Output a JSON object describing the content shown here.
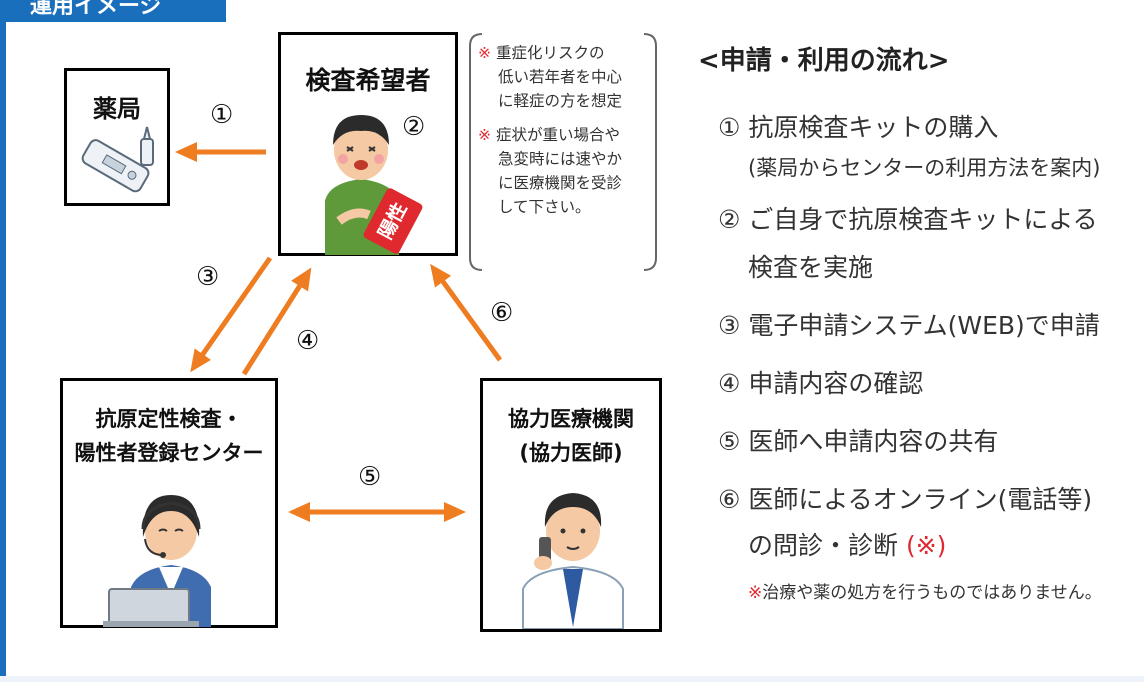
{
  "header": {
    "tab_label": "運用イメージ"
  },
  "nodes": {
    "pharmacy": {
      "title": "薬局"
    },
    "applicant": {
      "title": "検査希望者",
      "badge": "陽性"
    },
    "center": {
      "title_line1": "抗原定性検査・",
      "title_line2": "陽性者登録センター"
    },
    "clinic": {
      "title_line1": "協力医療機関",
      "title_line2": "(協力医師)"
    }
  },
  "arrow_numbers": [
    "①",
    "②",
    "③",
    "④",
    "⑤",
    "⑥"
  ],
  "note": {
    "mark": "※",
    "para1": [
      "重症化リスクの",
      "低い若年者を中心",
      "に軽症の方を想定"
    ],
    "para2": [
      "症状が重い場合や",
      "急変時には速やか",
      "に医療機関を受診",
      "して下さい。"
    ]
  },
  "flow": {
    "title": "<申請・利用の流れ>",
    "steps": [
      {
        "num": "①",
        "line1": "抗原検査キットの購入",
        "line2": "(薬局からセンターの利用方法を案内)"
      },
      {
        "num": "②",
        "line1": "ご自身で抗原検査キットによる",
        "line2": "検査を実施"
      },
      {
        "num": "③",
        "line1": "電子申請システム(WEB)で申請"
      },
      {
        "num": "④",
        "line1": "申請内容の確認"
      },
      {
        "num": "⑤",
        "line1": "医師へ申請内容の共有"
      },
      {
        "num": "⑥",
        "line1": "医師によるオンライン(電話等)",
        "line2": "の問診・診断",
        "line2_mark": "(※)"
      }
    ],
    "footnote": "※治療や薬の処方を行うものではありません。"
  },
  "colors": {
    "arrow": "#ee7d22",
    "accent_blue": "#1a6fbd",
    "red": "#e0282f"
  }
}
